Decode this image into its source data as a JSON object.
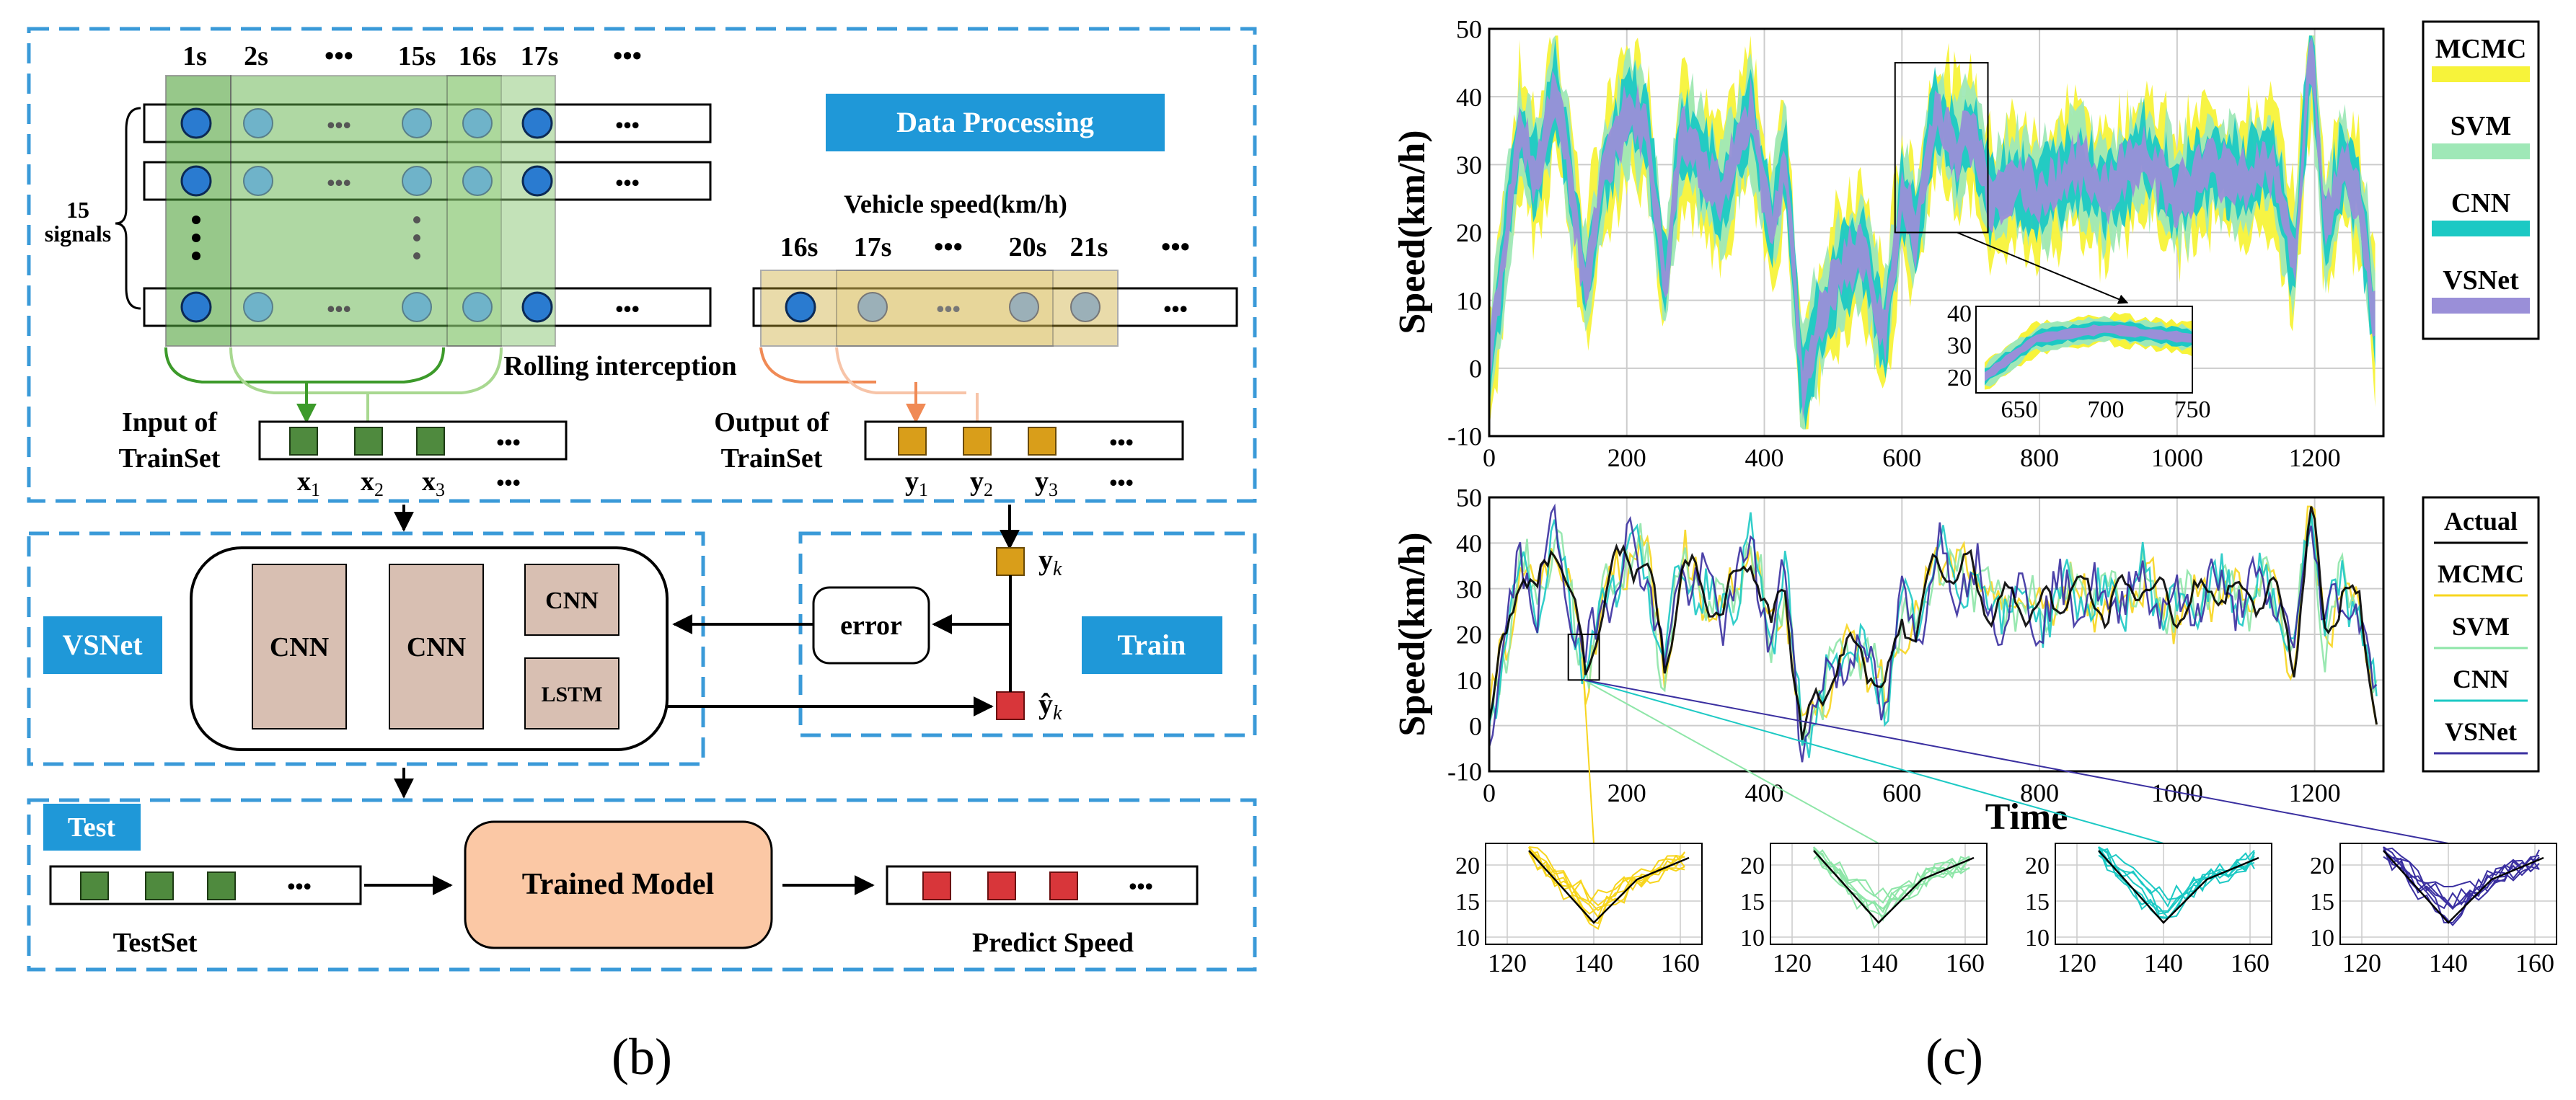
{
  "diagram": {
    "time_top": [
      "1s",
      "2s",
      "•••",
      "15s",
      "16s",
      "17s",
      "•••"
    ],
    "signals_label": [
      "15",
      "signals"
    ],
    "data_processing": "Data Processing",
    "vehicle_speed": "Vehicle speed(km/h)",
    "speed_times": [
      "16s",
      "17s",
      "•••",
      "20s",
      "21s",
      "•••"
    ],
    "rolling": "Rolling interception",
    "input_label": [
      "Input of",
      "TrainSet"
    ],
    "output_label": [
      "Output of",
      "TrainSet"
    ],
    "xs": [
      "x",
      "x",
      "x"
    ],
    "x_subs": [
      "1",
      "2",
      "3"
    ],
    "ys": [
      "y",
      "y",
      "y"
    ],
    "y_subs": [
      "1",
      "2",
      "3"
    ],
    "dots": "•••",
    "vsnet": "VSNet",
    "cnn": "CNN",
    "lstm": "LSTM",
    "error": "error",
    "train": "Train",
    "yk": "y",
    "yk_sub": "k",
    "yhat": "ŷ",
    "test": "Test",
    "trained_model": "Trained Model",
    "testset": "TestSet",
    "predict": "Predict Speed",
    "caption": "(b)"
  },
  "chart_data": [
    {
      "type": "area",
      "ylabel": "Speed(km/h)",
      "xlabel": "",
      "xlim": [
        0,
        1300
      ],
      "ylim": [
        -10,
        50
      ],
      "xticks": [
        0,
        200,
        400,
        600,
        800,
        1000,
        1200
      ],
      "yticks": [
        -10,
        0,
        10,
        20,
        30,
        40,
        50
      ],
      "grid": true,
      "legend": [
        "MCMC",
        "SVM",
        "CNN",
        "VSNet"
      ],
      "legend_colors": [
        "#f7f33a",
        "#9fe8b7",
        "#1cc9c4",
        "#9a8fd8"
      ],
      "series_centerline": {
        "x": [
          0,
          25,
          45,
          70,
          95,
          115,
          140,
          170,
          200,
          230,
          255,
          280,
          300,
          340,
          380,
          410,
          430,
          455,
          475,
          500,
          540,
          575,
          600,
          620,
          650,
          680,
          700,
          730,
          760,
          800,
          850,
          900,
          950,
          1000,
          1050,
          1100,
          1140,
          1170,
          1195,
          1215,
          1240,
          1265,
          1290
        ],
        "y": [
          0,
          20,
          35,
          28,
          42,
          30,
          12,
          30,
          38,
          35,
          12,
          35,
          32,
          25,
          38,
          20,
          32,
          -3,
          5,
          12,
          18,
          5,
          25,
          20,
          38,
          32,
          35,
          25,
          28,
          25,
          30,
          26,
          32,
          25,
          30,
          28,
          30,
          15,
          48,
          20,
          30,
          25,
          5
        ]
      },
      "inset": {
        "xlim": [
          625,
          750
        ],
        "ylim": [
          15,
          42
        ],
        "xticks": [
          650,
          700,
          750
        ],
        "yticks": [
          20,
          30,
          40
        ]
      },
      "caption": "(c)"
    },
    {
      "type": "line",
      "ylabel": "Speed(km/h)",
      "xlabel": "Time",
      "xlim": [
        0,
        1300
      ],
      "ylim": [
        -10,
        50
      ],
      "xticks": [
        0,
        200,
        400,
        600,
        800,
        1000,
        1200
      ],
      "yticks": [
        -10,
        0,
        10,
        20,
        30,
        40,
        50
      ],
      "grid": true,
      "legend": [
        "Actual",
        "MCMC",
        "SVM",
        "CNN",
        "VSNet"
      ],
      "legend_colors": [
        "#000000",
        "#f7d51e",
        "#8ee6a8",
        "#1cc9c4",
        "#3a2fa0"
      ],
      "zooms": [
        {
          "name": "MCMC",
          "color": "#f7d51e",
          "xlim": [
            115,
            165
          ],
          "ylim": [
            9,
            23
          ],
          "xticks": [
            120,
            140,
            160
          ],
          "yticks": [
            10,
            15,
            20
          ]
        },
        {
          "name": "SVM",
          "color": "#8ee6a8",
          "xlim": [
            115,
            165
          ],
          "ylim": [
            9,
            23
          ],
          "xticks": [
            120,
            140,
            160
          ],
          "yticks": [
            10,
            15,
            20
          ]
        },
        {
          "name": "CNN",
          "color": "#1cc9c4",
          "xlim": [
            115,
            165
          ],
          "ylim": [
            9,
            23
          ],
          "xticks": [
            120,
            140,
            160
          ],
          "yticks": [
            10,
            15,
            20
          ]
        },
        {
          "name": "VSNet",
          "color": "#3a2fa0",
          "xlim": [
            115,
            165
          ],
          "ylim": [
            9,
            23
          ],
          "xticks": [
            120,
            140,
            160
          ],
          "yticks": [
            10,
            15,
            20
          ]
        }
      ]
    }
  ]
}
